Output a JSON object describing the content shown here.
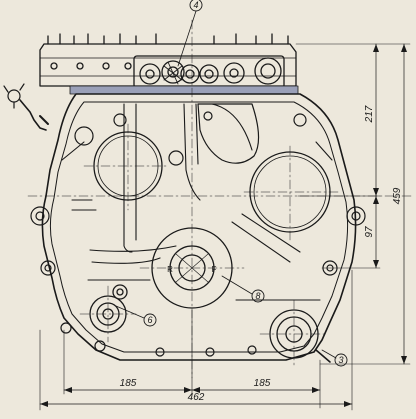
{
  "dimensions": {
    "upper_height": "217",
    "lower_height": "97",
    "total_height": "459",
    "bottom_left": "185",
    "bottom_right": "185",
    "total_width": "462"
  },
  "callouts": {
    "c3": "3",
    "c4": "4",
    "c6": "6",
    "c8": "8"
  },
  "marks": {
    "left": "R",
    "right": "F"
  },
  "colors": {
    "paper": "#ede8dc",
    "ink": "#1a1a1a",
    "band": "#9aa0b8"
  }
}
